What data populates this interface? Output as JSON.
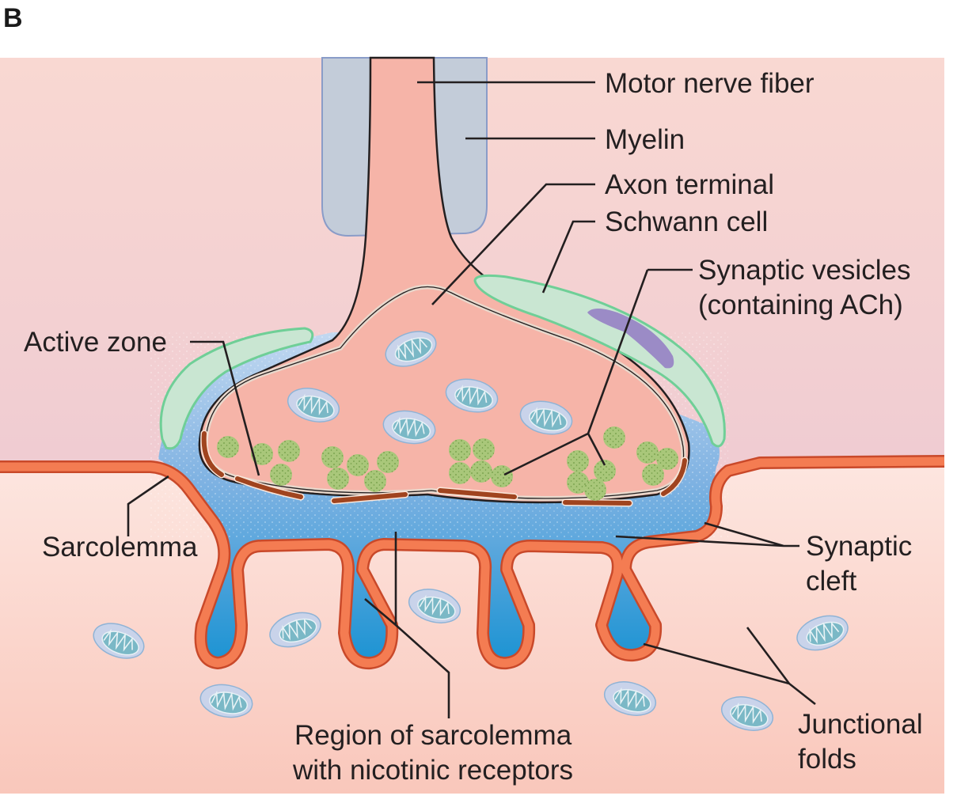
{
  "panel_letter": "B",
  "title": "Neuromuscular junction",
  "labels": {
    "motor_nerve_fiber": "Motor nerve fiber",
    "myelin": "Myelin",
    "axon_terminal": "Axon terminal",
    "schwann_cell": "Schwann cell",
    "synaptic_vesicles_line1": "Synaptic vesicles",
    "synaptic_vesicles_line2": "(containing ACh)",
    "active_zone": "Active zone",
    "sarcolemma": "Sarcolemma",
    "synaptic_cleft_line1": "Synaptic",
    "synaptic_cleft_line2": "cleft",
    "junctional_folds_line1": "Junctional",
    "junctional_folds_line2": "folds",
    "region_line1": "Region of sarcolemma",
    "region_line2": "with nicotinic receptors"
  },
  "colors": {
    "background_top": "#f9d6d1",
    "background_mid": "#ecc4d2",
    "muscle": "#fbdcd3",
    "axon": "#f6b4a8",
    "myelin": "#c3ccd9",
    "myelin_border": "#8a9cc8",
    "schwann": "#c9e6d2",
    "schwann_border": "#6fcf97",
    "nucleus": "#9b8bc6",
    "cleft_light": "#b7d2ee",
    "cleft_deep": "#1f94d2",
    "sarcolemma": "#f47c52",
    "sarcolemma_edge": "#c9492a",
    "active_zone": "#a0441f",
    "vesicle": "#a9c77a",
    "mitochondrion": "#c9d3ea",
    "mito_inner": "#7ab8c6",
    "text": "#231f20"
  }
}
